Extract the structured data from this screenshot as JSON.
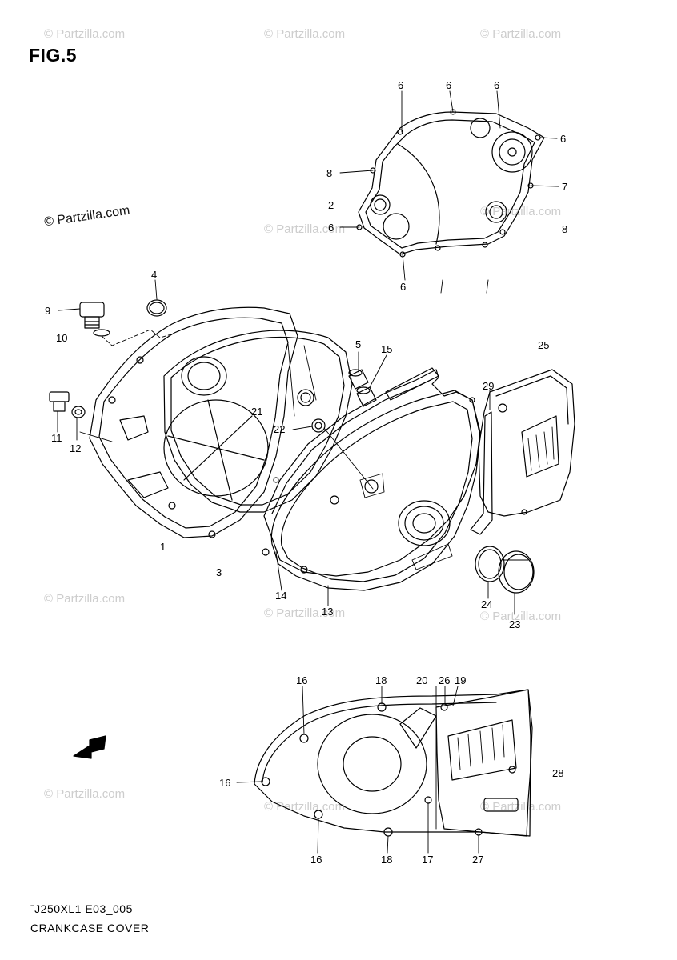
{
  "figure_title": "FIG.5",
  "watermark_text": "© Partzilla.com",
  "footer": {
    "code": "ˉJ250XL1 E03_005",
    "title": "CRANKCASE COVER"
  },
  "callouts": {
    "c6a": "6",
    "c6b": "6",
    "c6c": "6",
    "c6d": "6",
    "c6e": "6",
    "c6f": "6",
    "c7": "7",
    "c8a": "8",
    "c8b": "8",
    "c2": "2",
    "c4": "4",
    "c9": "9",
    "c10": "10",
    "c11": "11",
    "c12": "12",
    "c1": "1",
    "c3": "3",
    "c5": "5",
    "c15": "15",
    "c21": "21",
    "c22": "22",
    "c14": "14",
    "c13": "13",
    "c25": "25",
    "c29": "29",
    "c24": "24",
    "c23": "23",
    "c16a": "16",
    "c16b": "16",
    "c16c": "16",
    "c18a": "18",
    "c18b": "18",
    "c20": "20",
    "c26": "26",
    "c19": "19",
    "c28": "28",
    "c17": "17",
    "c27": "27"
  },
  "icons": {
    "forward_arrow": "fwd-arrow-icon"
  }
}
